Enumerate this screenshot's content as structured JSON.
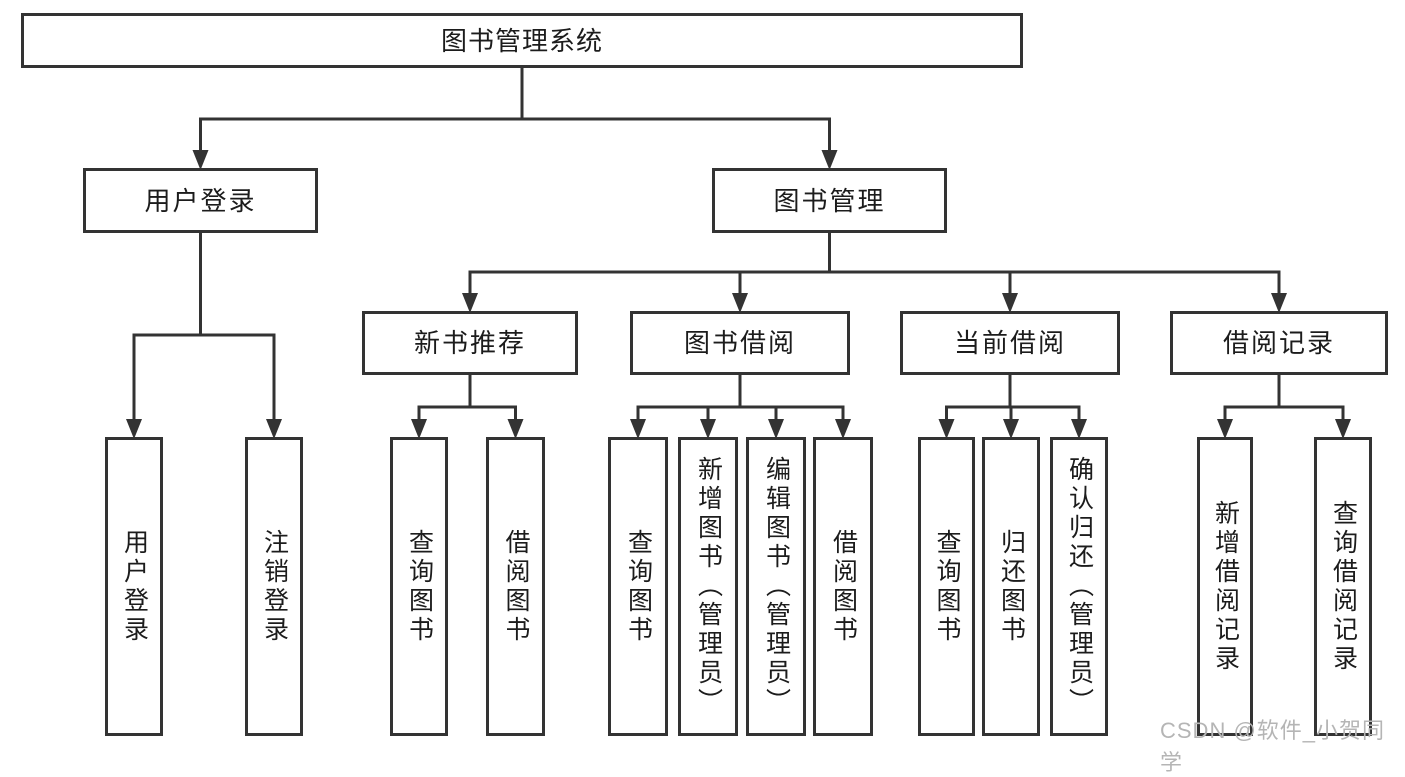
{
  "nodes": {
    "root": {
      "id": "root",
      "label": "图书管理系统"
    },
    "level2": [
      {
        "id": "user-login",
        "parent": "root",
        "label": "用户登录"
      },
      {
        "id": "book-mgmt",
        "parent": "root",
        "label": "图书管理"
      }
    ],
    "level3": [
      {
        "id": "new-books",
        "parent": "book-mgmt",
        "label": "新书推荐"
      },
      {
        "id": "book-borrow",
        "parent": "book-mgmt",
        "label": "图书借阅"
      },
      {
        "id": "current-borrow",
        "parent": "book-mgmt",
        "label": "当前借阅"
      },
      {
        "id": "borrow-records",
        "parent": "book-mgmt",
        "label": "借阅记录"
      }
    ],
    "leaves": [
      {
        "id": "ul-user-login",
        "parent": "user-login",
        "label": "用户登录"
      },
      {
        "id": "ul-logout",
        "parent": "user-login",
        "label": "注销登录"
      },
      {
        "id": "nb-query",
        "parent": "new-books",
        "label": "查询图书"
      },
      {
        "id": "nb-borrow",
        "parent": "new-books",
        "label": "借阅图书"
      },
      {
        "id": "bb-query",
        "parent": "book-borrow",
        "label": "查询图书"
      },
      {
        "id": "bb-add",
        "parent": "book-borrow",
        "label": "新增图书（管理员）"
      },
      {
        "id": "bb-edit",
        "parent": "book-borrow",
        "label": "编辑图书（管理员）"
      },
      {
        "id": "bb-borrow",
        "parent": "book-borrow",
        "label": "借阅图书"
      },
      {
        "id": "cb-query",
        "parent": "current-borrow",
        "label": "查询图书"
      },
      {
        "id": "cb-return",
        "parent": "current-borrow",
        "label": "归还图书"
      },
      {
        "id": "cb-confirm",
        "parent": "current-borrow",
        "label": "确认归还（管理员）"
      },
      {
        "id": "br-add",
        "parent": "borrow-records",
        "label": "新增借阅记录"
      },
      {
        "id": "br-query",
        "parent": "borrow-records",
        "label": "查询借阅记录"
      }
    ]
  },
  "watermark": "CSDN @软件_小贺同学",
  "colors": {
    "line": "#333333",
    "text": "#1c1c1c",
    "box_fill": "#ffffff",
    "background": "#ffffff",
    "watermark": "#b5b5b5"
  }
}
